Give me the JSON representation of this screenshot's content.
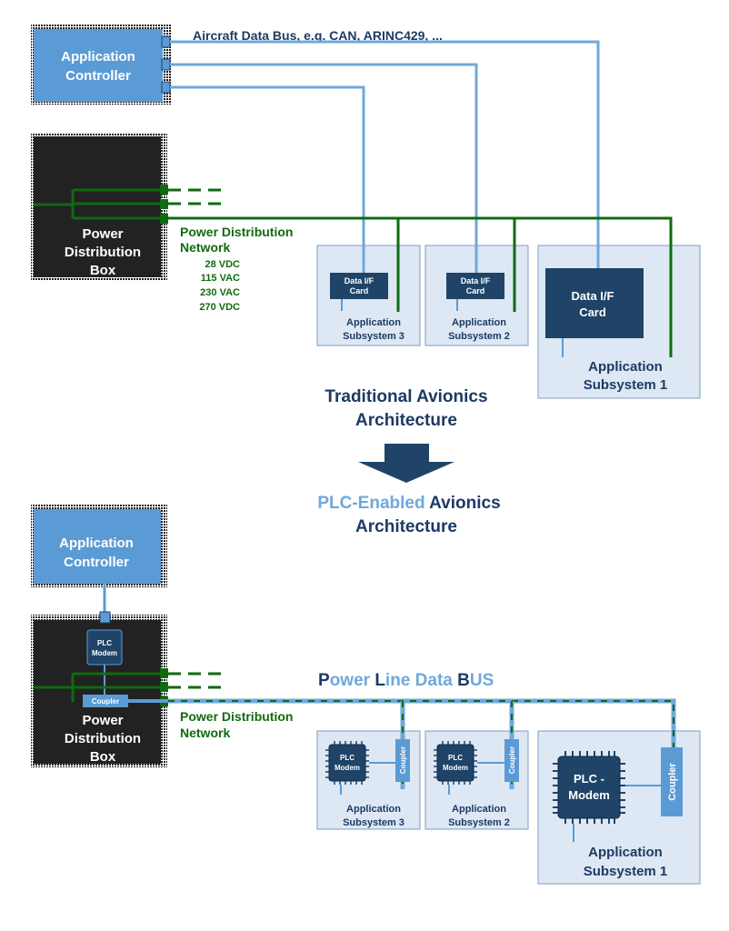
{
  "colors": {
    "light_blue": "#5b9bd5",
    "dark_navy": "#1f4468",
    "panel_fill": "#dde8f4",
    "panel_border": "#7f9cbf",
    "box_black": "#222222",
    "green": "#0f6b0f",
    "accent_light": "#6fa8dc"
  },
  "top": {
    "bus_label": "Aircraft Data Bus, e.g. CAN,  ARINC429, ...",
    "controller": {
      "line1": "Application",
      "line2": "Controller"
    },
    "power_box": {
      "line1": "Power",
      "line2": "Distribution",
      "line3": "Box"
    },
    "pdn": {
      "line1": "Power Distribution",
      "line2": "Network",
      "voltages": [
        "28 VDC",
        "115 VAC",
        "230 VAC",
        "270 VDC"
      ]
    },
    "subsystems": [
      {
        "card1": "Data I/F",
        "card2": "Card",
        "name1": "Application",
        "name2": "Subsystem 3"
      },
      {
        "card1": "Data I/F",
        "card2": "Card",
        "name1": "Application",
        "name2": "Subsystem 2"
      },
      {
        "card1": "Data I/F",
        "card2": "Card",
        "name1": "Application",
        "name2": "Subsystem 1"
      }
    ]
  },
  "middle": {
    "traditional1": "Traditional Avionics",
    "traditional2": "Architecture",
    "plc_enabled": "PLC-Enabled",
    "avionics": " Avionics",
    "architecture": "Architecture"
  },
  "bottom": {
    "controller": {
      "line1": "Application",
      "line2": "Controller"
    },
    "power_box": {
      "line1": "Power",
      "line2": "Distribution",
      "line3": "Box",
      "modem1": "PLC",
      "modem2": "Modem",
      "coupler": "Coupler"
    },
    "bus_title": {
      "p": "P",
      "ower": "ower ",
      "l": "L",
      "ine": "ine Data ",
      "b": "B",
      "us": "US"
    },
    "pdn": {
      "line1": "Power Distribution",
      "line2": "Network"
    },
    "subsystems": [
      {
        "modem1": "PLC",
        "modem2": "Modem",
        "coupler": "Coupler",
        "name1": "Application",
        "name2": "Subsystem 3"
      },
      {
        "modem1": "PLC",
        "modem2": "Modem",
        "coupler": "Coupler",
        "name1": "Application",
        "name2": "Subsystem 2"
      },
      {
        "modem1": "PLC -",
        "modem2": "Modem",
        "coupler": "Coupler",
        "name1": "Application",
        "name2": "Subsystem 1"
      }
    ]
  }
}
